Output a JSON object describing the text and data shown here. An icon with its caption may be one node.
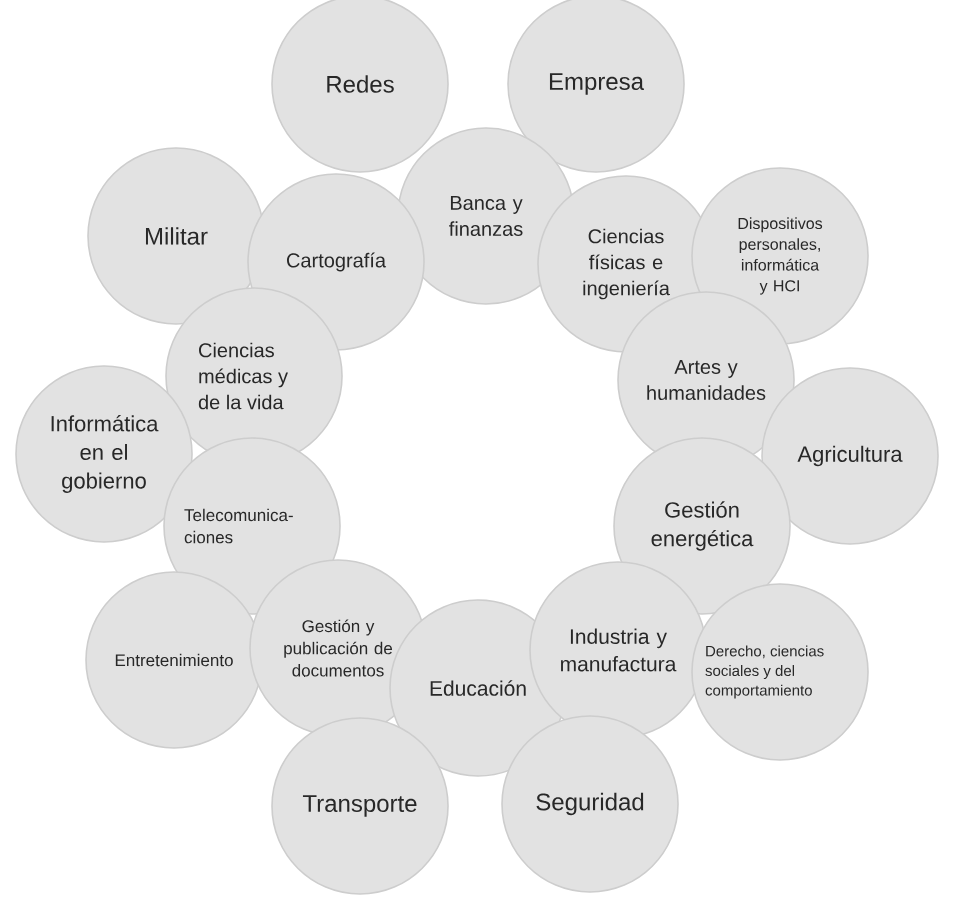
{
  "diagram": {
    "nodes": [
      {
        "text": [
          "Redes"
        ]
      },
      {
        "text": [
          "Empresa"
        ]
      },
      {
        "text": [
          "Banca y finanzas"
        ]
      },
      {
        "text": [
          "Militar"
        ]
      },
      {
        "text": [
          "Cartografía"
        ]
      },
      {
        "text": [
          "Ciencias físicas e ingeniería"
        ]
      },
      {
        "text": [
          "Dispositivos personales, informática y HCI"
        ]
      },
      {
        "text": [
          "Ciencias médicas y de la vida"
        ]
      },
      {
        "text": [
          "Artes y humanidades"
        ]
      },
      {
        "text": [
          "Informática en el gobierno"
        ]
      },
      {
        "text": [
          "Agricultura"
        ]
      },
      {
        "text": [
          "Telecomunica- ciones"
        ]
      },
      {
        "text": [
          "Gestión energética"
        ]
      },
      {
        "text": [
          "Entretenimiento"
        ]
      },
      {
        "text": [
          "Gestión y publicación de documentos"
        ]
      },
      {
        "text": [
          "Educación"
        ]
      },
      {
        "text": [
          "Industria y manufactura"
        ]
      },
      {
        "text": [
          "Derecho, ciencias sociales y del comportamiento"
        ]
      },
      {
        "text": [
          "Transporte"
        ]
      },
      {
        "text": [
          "Seguridad"
        ]
      }
    ]
  }
}
